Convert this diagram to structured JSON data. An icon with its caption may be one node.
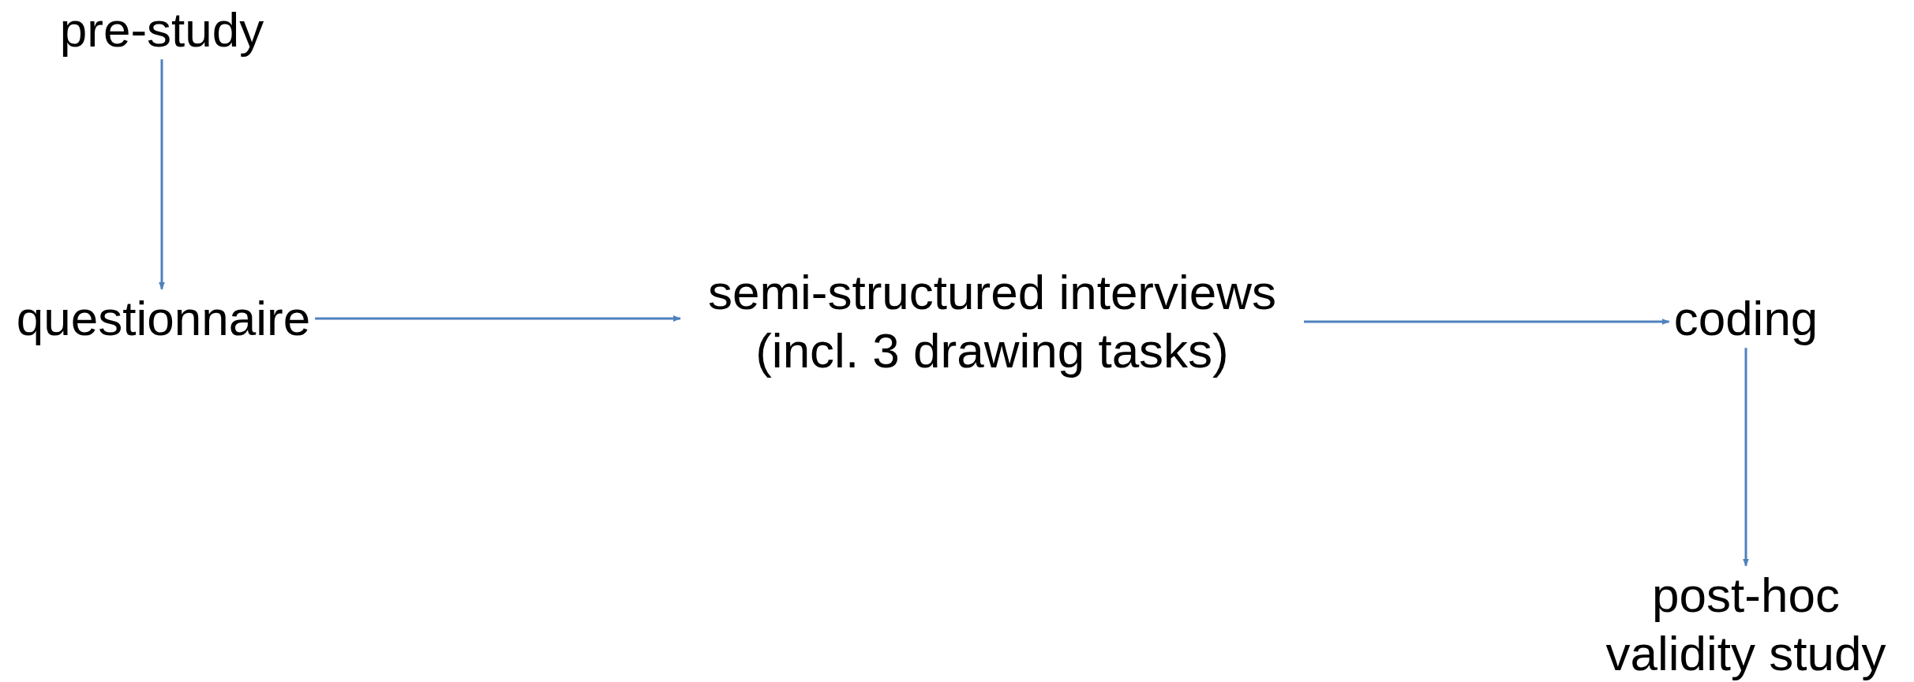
{
  "diagram": {
    "nodes": [
      {
        "text": [
          "pre-study"
        ]
      },
      {
        "text": [
          "questionnaire"
        ]
      },
      {
        "text": [
          "semi-structured interviews (incl. 3 drawing tasks)"
        ]
      },
      {
        "text": [
          "coding"
        ]
      },
      {
        "text": [
          "post-hoc validity study"
        ]
      }
    ],
    "edges": [
      {
        "from": 0,
        "to": 1,
        "arrow": "to"
      },
      {
        "from": 1,
        "to": 2,
        "arrow": "to"
      },
      {
        "from": 2,
        "to": 3,
        "arrow": "to"
      },
      {
        "from": 3,
        "to": 4,
        "arrow": "to"
      }
    ]
  }
}
